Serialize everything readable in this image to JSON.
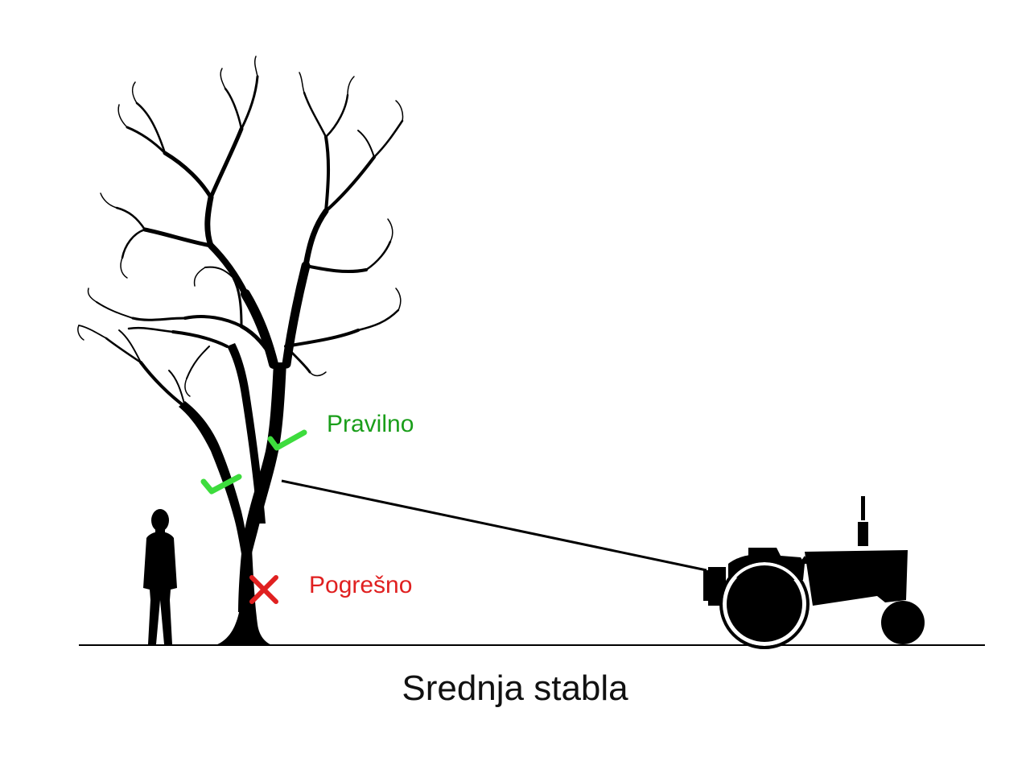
{
  "labels": {
    "correct": "Pravilno",
    "wrong": "Pogrešno",
    "caption": "Srednja stabla"
  },
  "colors": {
    "correct": "#1a9e1a",
    "correct_mark": "#3ddc3d",
    "wrong": "#e02020",
    "silhouette": "#000000",
    "background": "#ffffff"
  }
}
